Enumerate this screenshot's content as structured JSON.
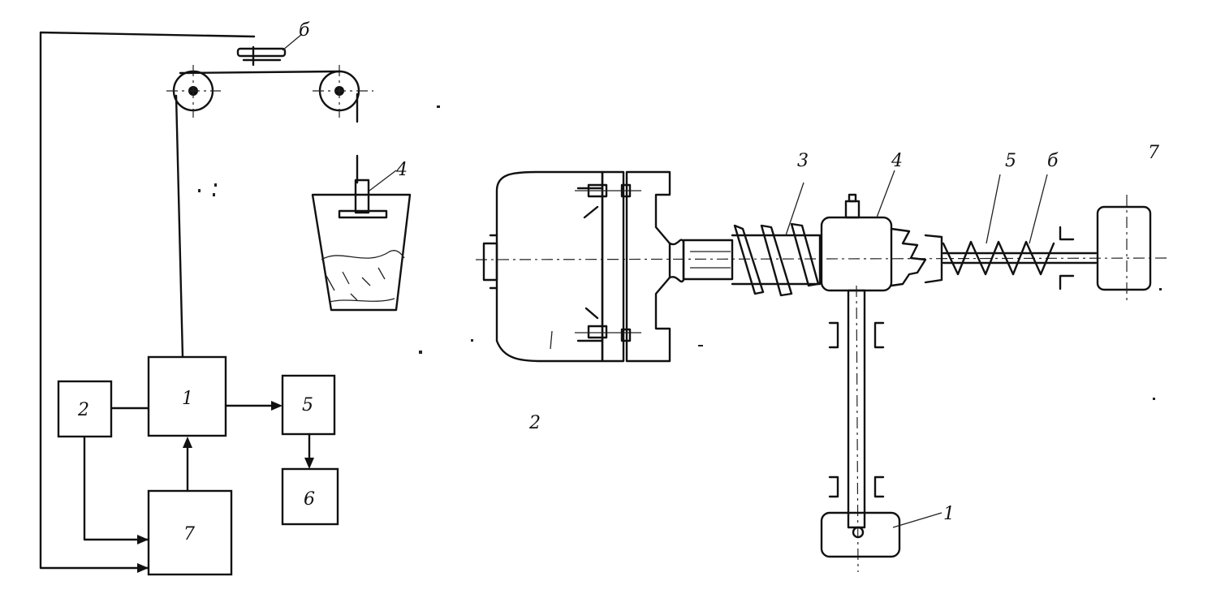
{
  "left_diagram": {
    "blocks": [
      {
        "id": "block-1",
        "label": "1"
      },
      {
        "id": "block-2",
        "label": "2"
      },
      {
        "id": "block-5",
        "label": "5"
      },
      {
        "id": "block-6",
        "label": "6"
      },
      {
        "id": "block-7",
        "label": "7"
      }
    ],
    "labels": {
      "ladle": "4",
      "sensor": "б"
    }
  },
  "right_diagram": {
    "labels": {
      "motor": "2",
      "worm": "3",
      "gearbox": "4",
      "spring": "5",
      "rod": "б",
      "end_weight": "7",
      "lower_weight": "1"
    }
  }
}
